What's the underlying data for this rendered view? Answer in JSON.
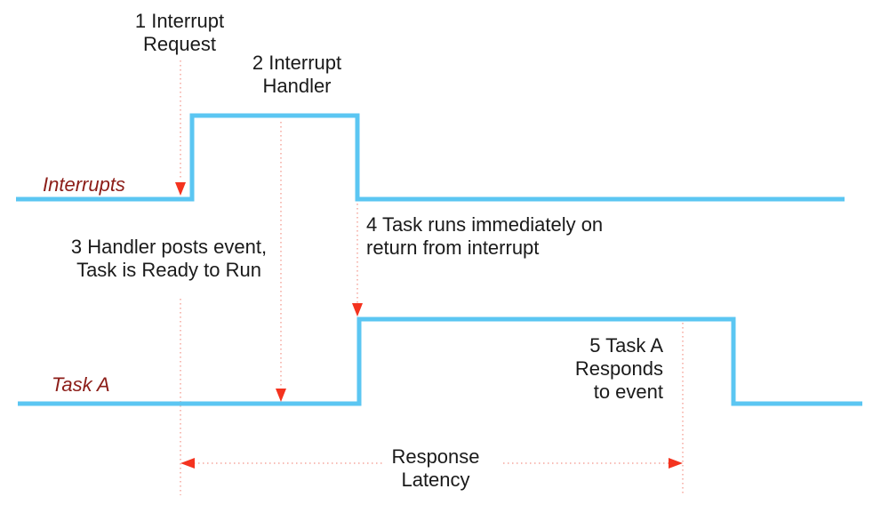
{
  "diagram": {
    "type": "timing-diagram",
    "title_implicit": "Interrupt response latency",
    "signals": [
      {
        "label": "Interrupts",
        "shape": "low, pulse high between interrupt request and return from interrupt, then low"
      },
      {
        "label": "Task A",
        "shape": "low while not ready, high while running after return from interrupt, then low"
      }
    ],
    "events": [
      {
        "id": 1,
        "text": "1 Interrupt\nRequest"
      },
      {
        "id": 2,
        "text": "2 Interrupt\nHandler"
      },
      {
        "id": 3,
        "text": "3 Handler posts event,\nTask is Ready to Run"
      },
      {
        "id": 4,
        "text": "4 Task runs immediately on\nreturn from interrupt"
      },
      {
        "id": 5,
        "text": "5 Task A\nResponds\nto event"
      }
    ],
    "measure": {
      "text": "Response\nLatency"
    }
  },
  "labels": {
    "interrupts": "Interrupts",
    "task_a": "Task A",
    "step1": "1 Interrupt\nRequest",
    "step2": "2 Interrupt\nHandler",
    "step3": "3 Handler posts event,\nTask is Ready to Run",
    "step4": "4 Task runs immediately on\nreturn from interrupt",
    "step5": "5 Task A\nResponds\nto event",
    "latency": "Response\nLatency"
  },
  "colors": {
    "signal_blue": "#5bc6f2",
    "arrow_red": "#f4331f",
    "dotted_pink": "#f5a79d",
    "label_dark_red": "#8c1d18",
    "text_black": "#1a1a1a",
    "background": "#ffffff"
  }
}
